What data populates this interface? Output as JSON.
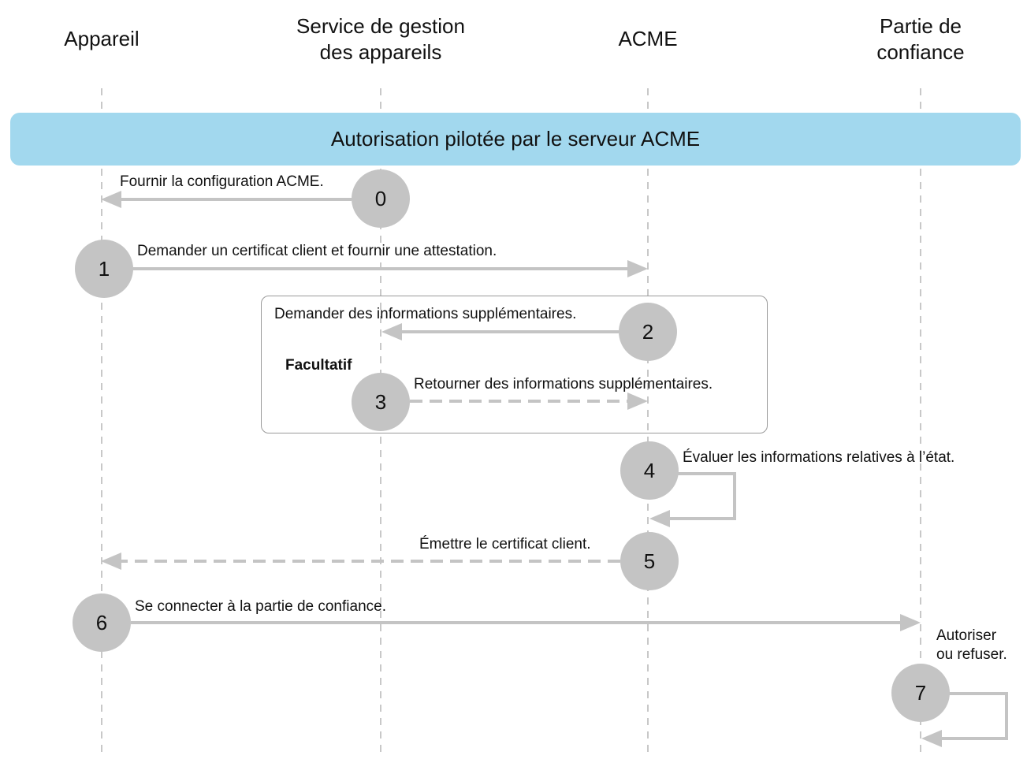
{
  "lanes": [
    {
      "id": "device",
      "title": "Appareil"
    },
    {
      "id": "mdm",
      "title": "Service de gestion\ndes appareils"
    },
    {
      "id": "acme",
      "title": "ACME"
    },
    {
      "id": "rp",
      "title": "Partie de\nconfiance"
    }
  ],
  "banner": {
    "title": "Autorisation pilotée par le serveur ACME"
  },
  "optional_block": {
    "label": "Facultatif"
  },
  "steps": [
    {
      "number": "0",
      "label": "Fournir la configuration ACME.",
      "from": "mdm",
      "to": "device",
      "style": "solid"
    },
    {
      "number": "1",
      "label": "Demander un certificat client et fournir une attestation.",
      "from": "device",
      "to": "acme",
      "style": "solid"
    },
    {
      "number": "2",
      "label": "Demander des informations supplémentaires.",
      "from": "acme",
      "to": "mdm",
      "style": "solid"
    },
    {
      "number": "3",
      "label": "Retourner des informations supplémentaires.",
      "from": "mdm",
      "to": "acme",
      "style": "dashed"
    },
    {
      "number": "4",
      "label": "Évaluer les informations relatives à l’état.",
      "from": "acme",
      "to": "acme",
      "style": "solid"
    },
    {
      "number": "5",
      "label": "Émettre le certificat client.",
      "from": "acme",
      "to": "device",
      "style": "dashed"
    },
    {
      "number": "6",
      "label": "Se connecter à la partie de confiance.",
      "from": "device",
      "to": "rp",
      "style": "solid"
    },
    {
      "number": "7",
      "label": "Autoriser\nou refuser.",
      "from": "rp",
      "to": "rp",
      "style": "solid"
    }
  ],
  "colors": {
    "banner": "#a2d8ee",
    "arrow": "#c4c4c4",
    "circle": "#c4c4c4",
    "lifeline": "#b5b5b5",
    "box_border": "#9a9a9a"
  }
}
